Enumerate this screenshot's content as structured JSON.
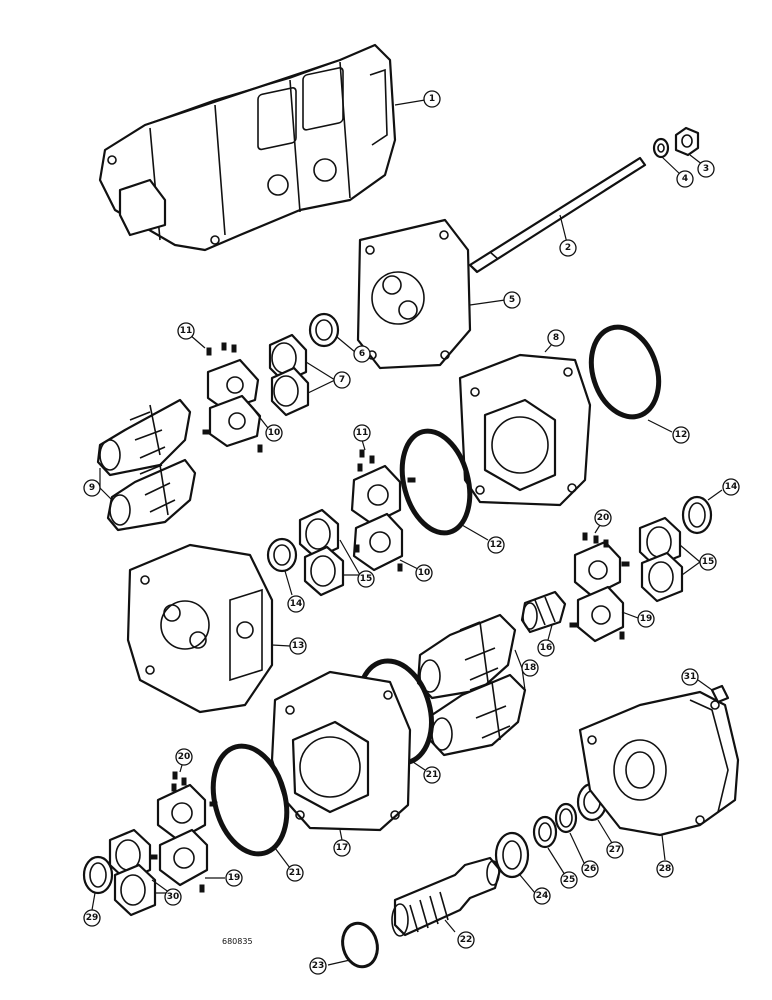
{
  "callouts": {
    "c1": "1",
    "c2": "2",
    "c3": "3",
    "c4": "4",
    "c5": "5",
    "c6": "6",
    "c7": "7",
    "c8": "8",
    "c9": "9",
    "c10a": "10",
    "c10b": "10",
    "c11a": "11",
    "c11b": "11",
    "c12a": "12",
    "c12b": "12",
    "c13": "13",
    "c14a": "14",
    "c14b": "14",
    "c15a": "15",
    "c15b": "15",
    "c16": "16",
    "c17": "17",
    "c18": "18",
    "c19a": "19",
    "c19b": "19",
    "c20a": "20",
    "c20b": "20",
    "c21a": "21",
    "c21b": "21",
    "c22": "22",
    "c23": "23",
    "c24": "24",
    "c25": "25",
    "c26": "26",
    "c27": "27",
    "c28": "28",
    "c29": "29",
    "c30": "30",
    "c31": "31"
  },
  "reference_number": "680835"
}
